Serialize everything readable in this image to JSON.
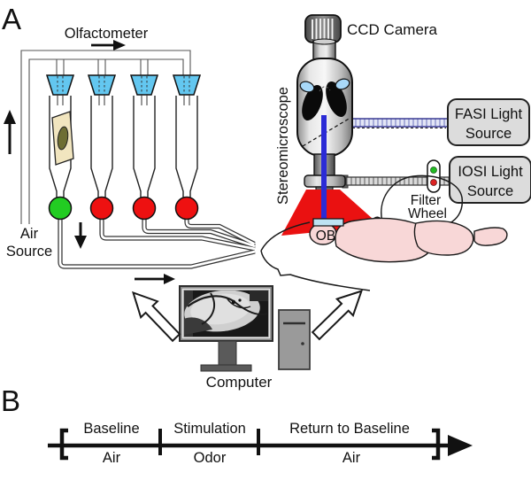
{
  "panels": {
    "a_label": "A",
    "b_label": "B"
  },
  "olfactometer": {
    "title": "Olfactometer",
    "air_source": {
      "line1": "Air",
      "line2": "Source"
    },
    "funnel_color": "#63C7F0",
    "cartridge_color": "#F1E5BF",
    "cartridge_odor_color": "#6E6E33",
    "valve_colors": [
      "#22CC22",
      "#EE1111",
      "#EE1111",
      "#EE1111"
    ]
  },
  "microscope": {
    "label": "Stereomicroscope",
    "ccd_camera_label": "CCD Camera",
    "beam_color": "#2B2BD6",
    "cone_color": "#EA1111",
    "window_color": "#BEE2F2"
  },
  "light_sources": {
    "fasi": {
      "line1": "FASI Light",
      "line2": "Source"
    },
    "iosi": {
      "line1": "IOSI Light",
      "line2": "Source"
    },
    "box_color": "#DCDCDC"
  },
  "filter_wheel": {
    "line1": "Filter",
    "line2": "Wheel",
    "green_dot": "#22BB22",
    "red_dot": "#DD2222"
  },
  "mouse": {
    "ob_label": "OB",
    "brain_color": "#F8D7D7"
  },
  "computer": {
    "label": "Computer"
  },
  "timeline": {
    "phases": [
      {
        "name": "Baseline",
        "stimulus": "Air"
      },
      {
        "name": "Stimulation",
        "stimulus": "Odor"
      },
      {
        "name": "Return to Baseline",
        "stimulus": "Air"
      }
    ]
  }
}
